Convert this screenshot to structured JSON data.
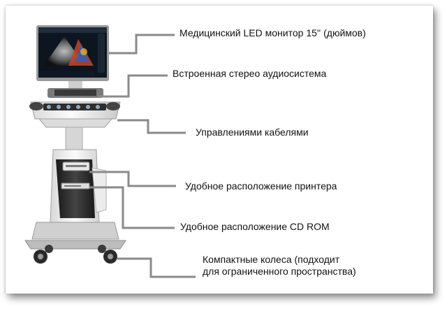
{
  "callouts": [
    {
      "id": "monitor",
      "text": "Медицинский LED монитор 15'' (дюймов)"
    },
    {
      "id": "audio",
      "text": "Встроенная стерео аудиосистема"
    },
    {
      "id": "cables",
      "text": "Управлениями кабелями"
    },
    {
      "id": "printer",
      "text": "Удобное расположение принтера"
    },
    {
      "id": "cdrom",
      "text": "Удобное расположение CD ROM"
    },
    {
      "id": "wheels_line1",
      "text": "Компактные колеса (подходит"
    },
    {
      "id": "wheels_line2",
      "text": "для ограниченного пространства)"
    }
  ],
  "colors": {
    "leader_line": "#8a8a8a",
    "device_body": "#f2f2f2",
    "device_dark": "#2a2a2a",
    "screen": "#0d1520"
  }
}
